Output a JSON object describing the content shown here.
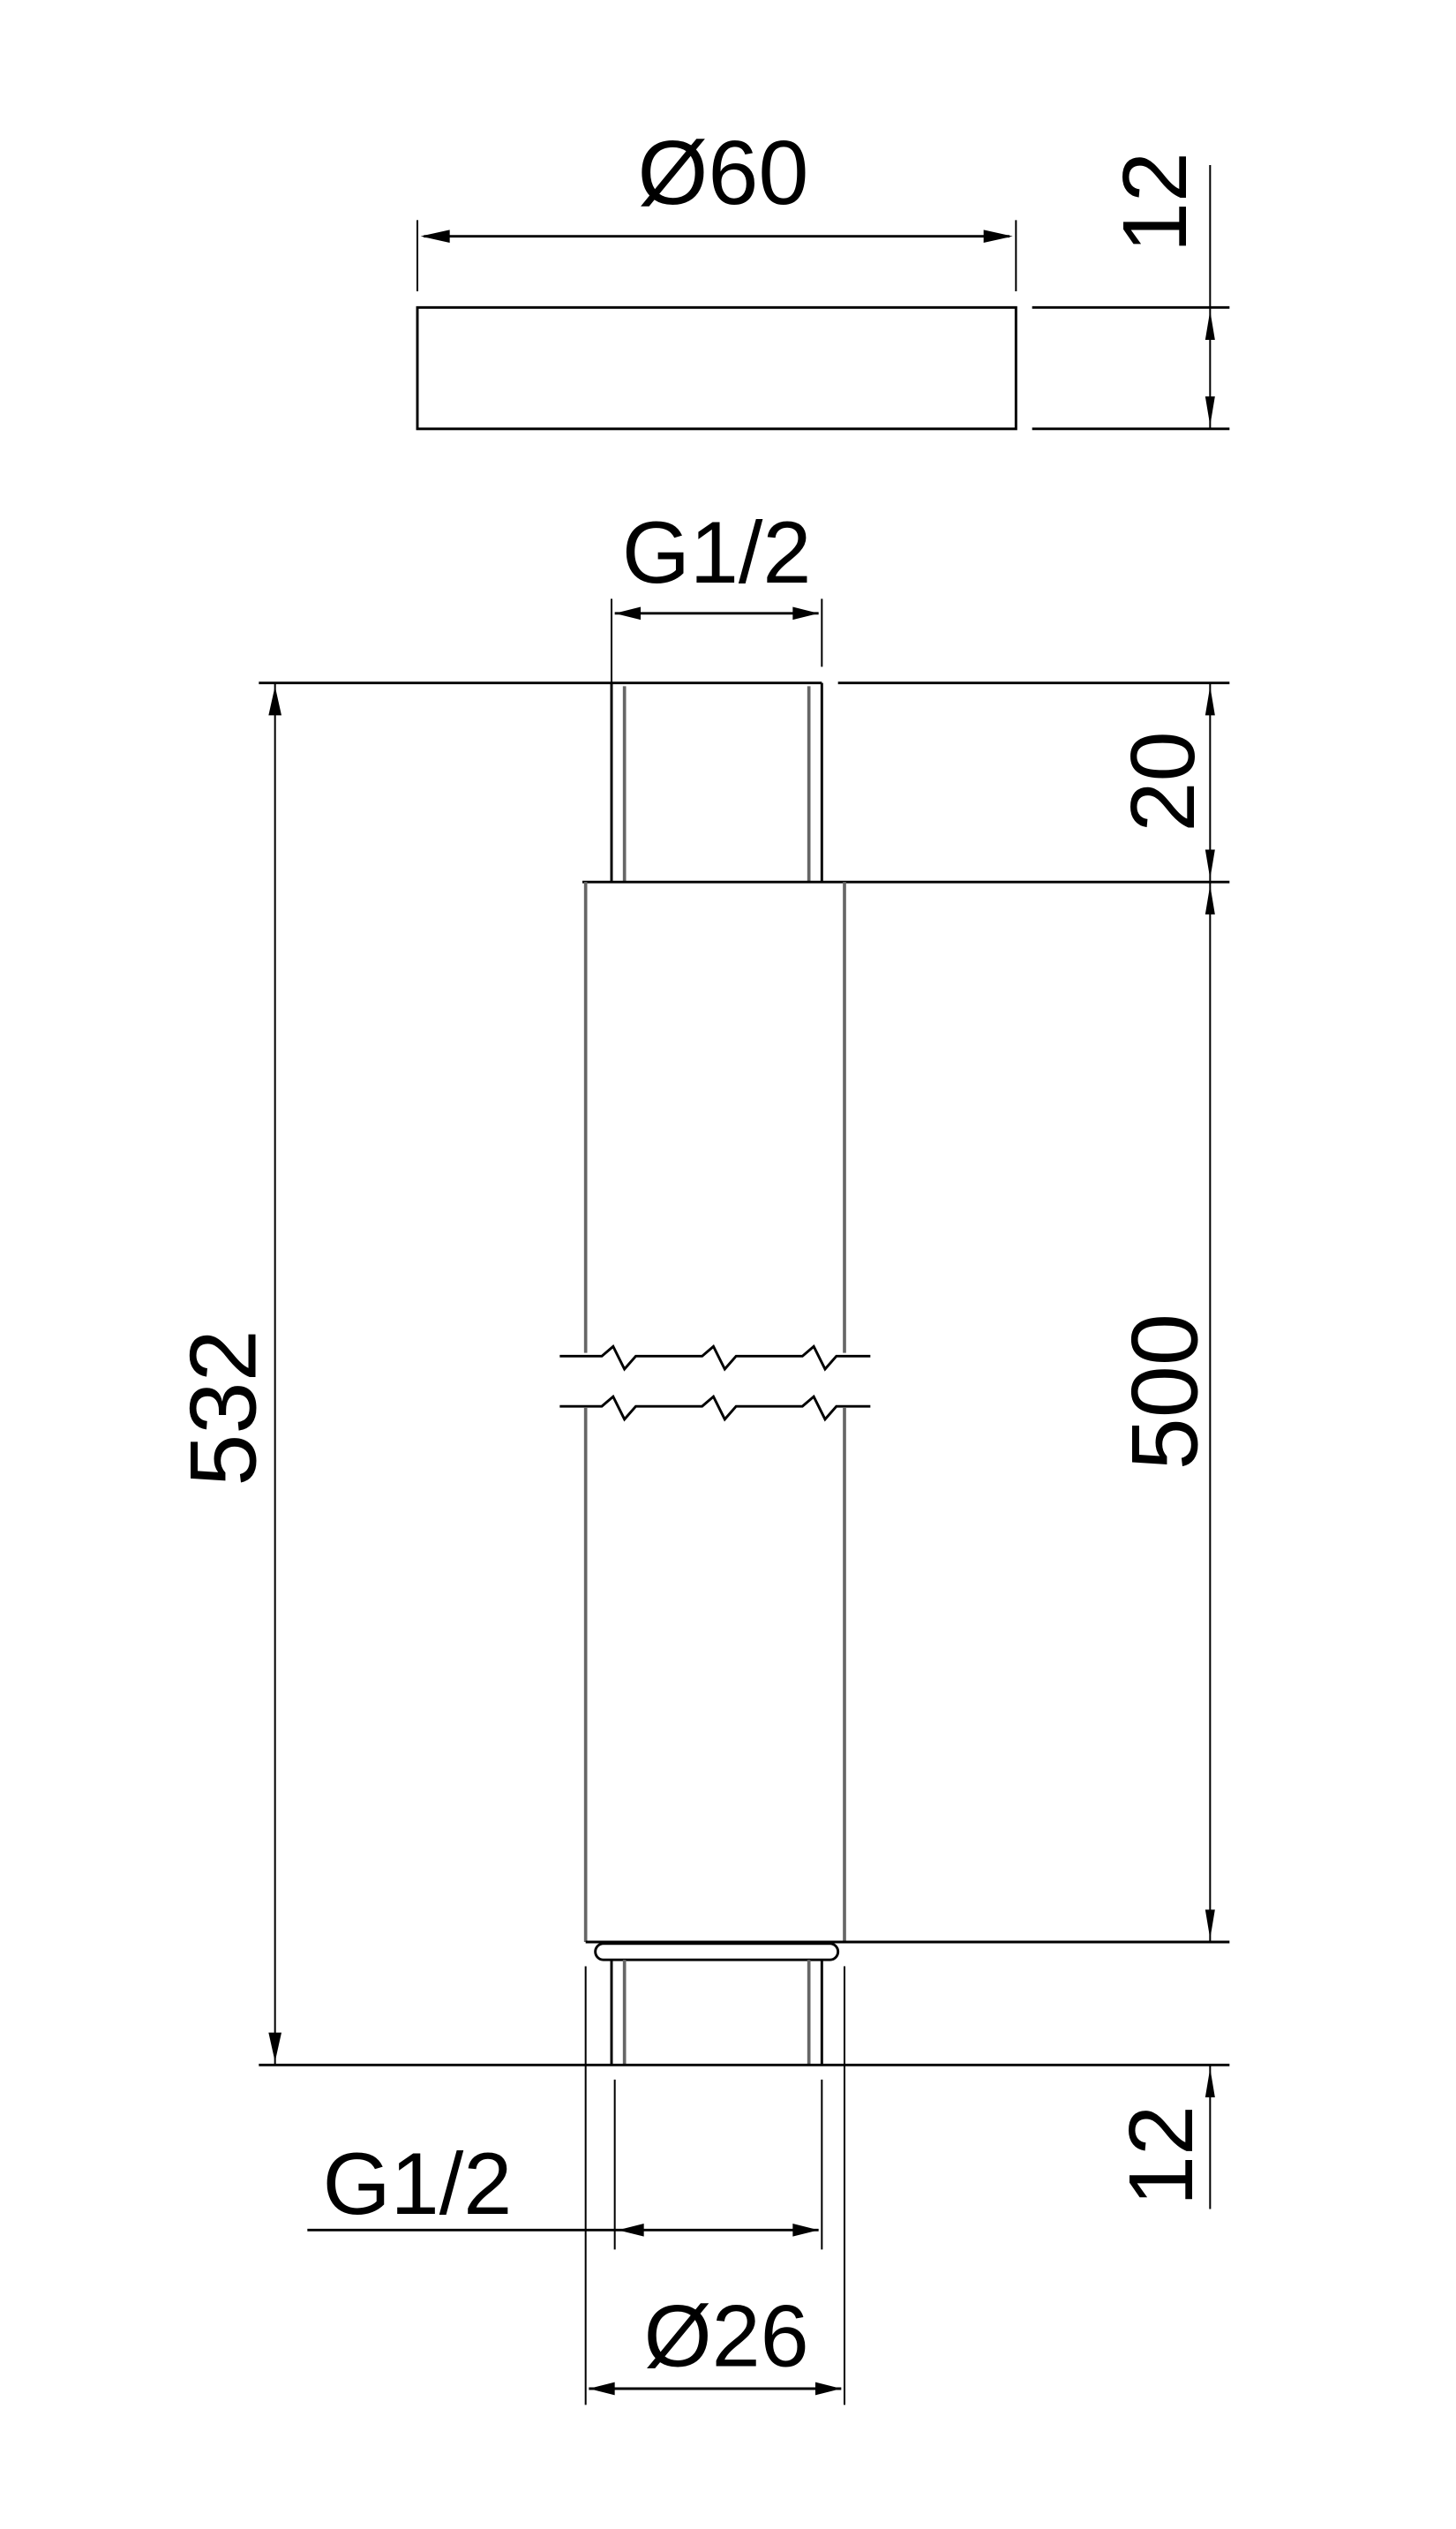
{
  "drawing": {
    "type": "technical dimension drawing",
    "views": [
      {
        "name": "cover-disc",
        "description": "escutcheon / cover plate side view"
      },
      {
        "name": "extension-pipe",
        "description": "extension tube with G1/2 threaded ends, shown broken"
      }
    ],
    "dimensions": {
      "disc_diameter": "Ø60",
      "disc_thickness": "12",
      "top_thread": "G1/2",
      "top_thread_length": "20",
      "overall_length": "532",
      "body_length": "500",
      "bottom_thread": "G1/2",
      "bottom_thread_length": "12",
      "body_diameter": "Ø26"
    },
    "colors": {
      "line": "#000000",
      "background": "#ffffff"
    }
  }
}
